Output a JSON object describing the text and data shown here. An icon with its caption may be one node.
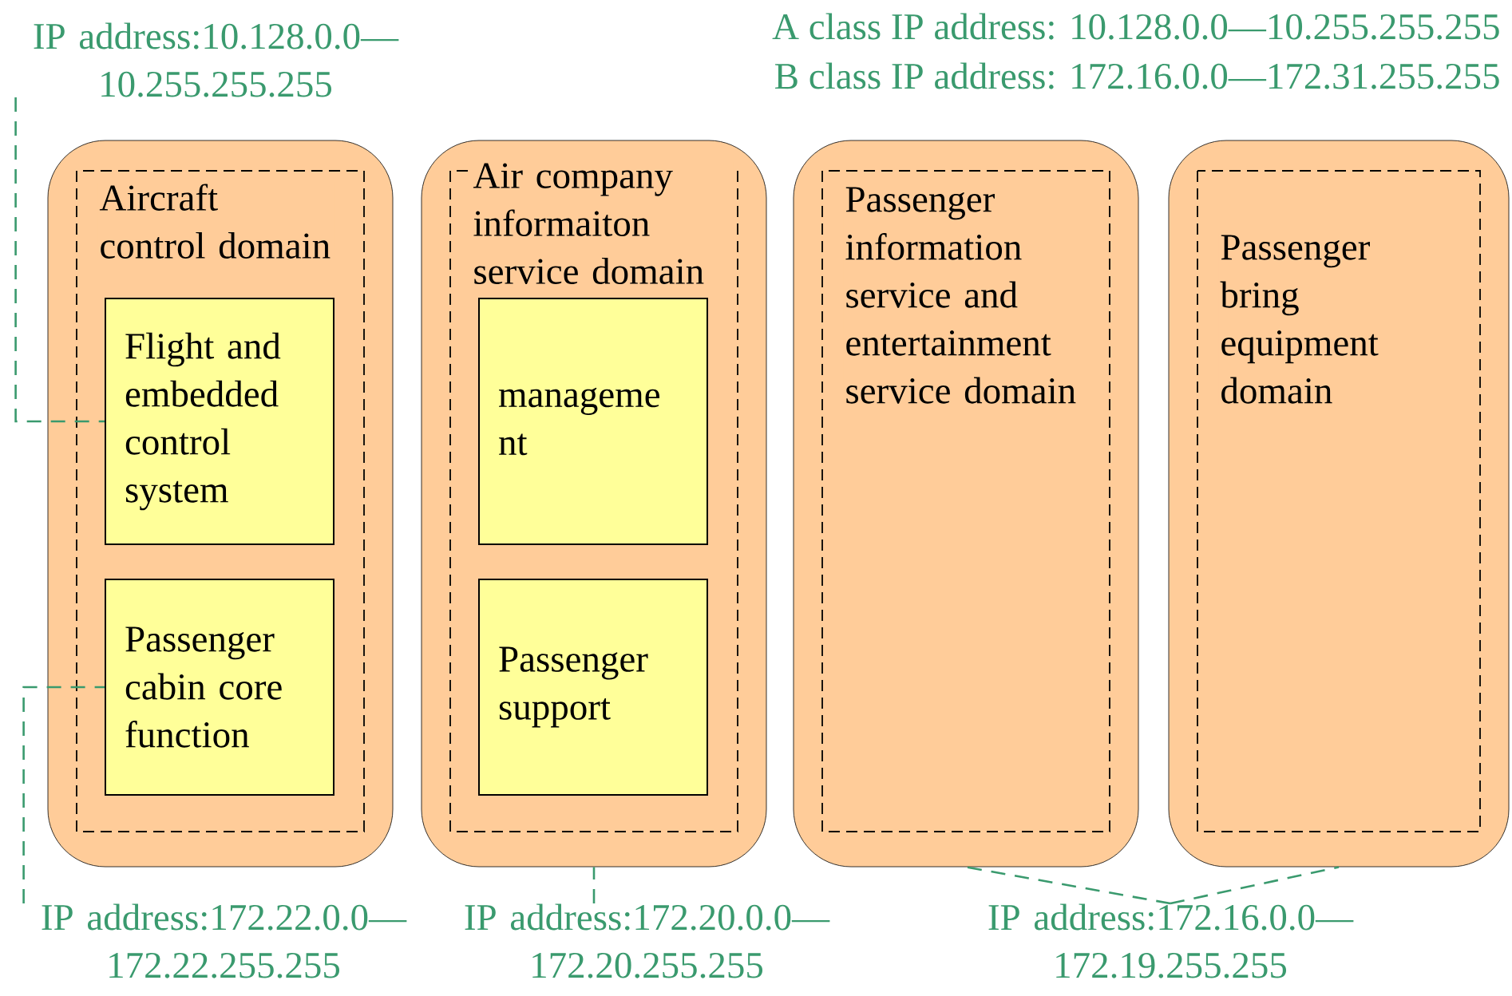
{
  "diagram": {
    "nodes": [
      {
        "text": [
          "IP address:10.128.0.0— 10.255.255.255"
        ]
      },
      {
        "text": [
          "Aircraft control domain"
        ]
      },
      {
        "text": [
          "Flight and embedded control system"
        ],
        "in": 1
      },
      {
        "text": [
          "Passenger cabin core function"
        ],
        "in": 1
      },
      {
        "text": [
          "Air company informaiton service domain"
        ]
      },
      {
        "text": [
          "manageme nt"
        ],
        "in": 4
      },
      {
        "text": [
          "Passenger support"
        ],
        "in": 4
      },
      {
        "text": [
          "Passenger information service and entertainment service domain"
        ]
      },
      {
        "text": [
          "Passenger bring equipment domain"
        ]
      },
      {
        "text": [
          "IP address:172.22.0.0— 172.22.255.255"
        ]
      },
      {
        "text": [
          "IP address:172.20.0.0— 172.20.255.255"
        ]
      },
      {
        "text": [
          "IP address:172.16.0.0— 172.19.255.255"
        ]
      }
    ],
    "edges": [
      {
        "from": 0,
        "to": 2,
        "arrow": "none",
        "style": "dashed"
      },
      {
        "from": 9,
        "to": 3,
        "arrow": "none",
        "style": "dashed"
      },
      {
        "from": 10,
        "to": 4,
        "arrow": "none",
        "style": "dashed"
      },
      {
        "from": 11,
        "to": 7,
        "arrow": "none",
        "style": "dashed"
      },
      {
        "from": 11,
        "to": 8,
        "arrow": "none",
        "style": "dashed"
      }
    ],
    "labels": [
      "A class IP address: 10.128.0.0—10.255.255.255",
      "B class IP address: 172.16.0.0—172.31.255.255"
    ]
  }
}
